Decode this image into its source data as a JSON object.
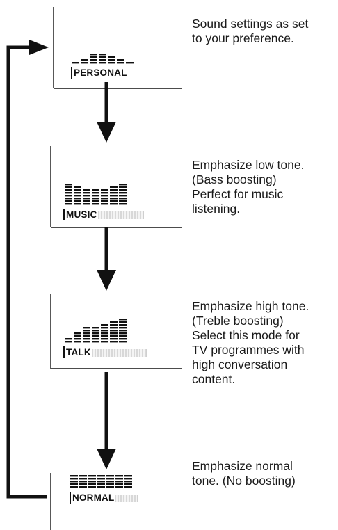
{
  "modes": [
    {
      "label": "PERSONAL",
      "levels": [
        1,
        2,
        4,
        4,
        3,
        2,
        1
      ],
      "description": [
        "Sound settings as set",
        "to your preference."
      ]
    },
    {
      "label": "MUSIC",
      "levels": [
        8,
        7,
        6,
        6,
        6,
        7,
        8
      ],
      "description": [
        "Emphasize low tone.",
        "(Bass boosting)",
        "Perfect for music",
        "listening."
      ]
    },
    {
      "label": "TALK",
      "levels": [
        2,
        4,
        6,
        6,
        7,
        8,
        9
      ],
      "description": [
        "Emphasize high tone.",
        "(Treble boosting)",
        "Select this mode for",
        "TV programmes with",
        "high conversation",
        "content."
      ]
    },
    {
      "label": "NORMAL",
      "levels": [
        5,
        5,
        5,
        5,
        5,
        5,
        5
      ],
      "description": [
        "Emphasize normal",
        "tone. (No boosting)"
      ]
    }
  ],
  "colors": {
    "ink": "#111111",
    "tag_fill": "#d8d8d8"
  }
}
